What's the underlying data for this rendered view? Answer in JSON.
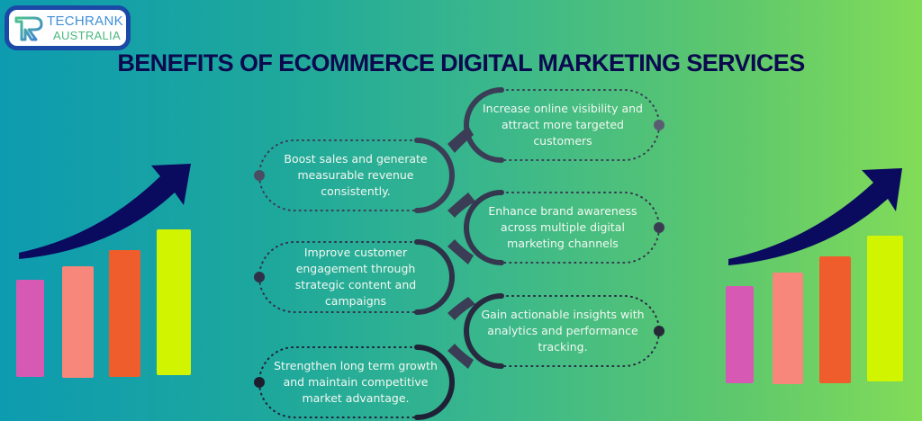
{
  "logo": {
    "line1": "TECHRANK",
    "line2": "AUSTRALIA",
    "mark": "TR"
  },
  "title": "BENEFITS OF ECOMMERCE DIGITAL MARKETING SERVICES",
  "benefits": [
    {
      "side": "right",
      "text": "Increase online visibility and attract more targeted customers"
    },
    {
      "side": "left",
      "text": "Boost sales and generate measurable revenue consistently."
    },
    {
      "side": "right",
      "text": "Enhance brand awareness across multiple digital marketing channels"
    },
    {
      "side": "left",
      "text": "Improve customer engagement through strategic content and campaigns"
    },
    {
      "side": "right",
      "text": "Gain actionable insights with analytics and performance tracking."
    },
    {
      "side": "left",
      "text": "Strengthen long term growth and maintain competitive market advantage."
    }
  ],
  "colors": {
    "title": "#0c0a4e",
    "spine": "#3a3d55",
    "arrow": "#0a0a5e",
    "bars": [
      "#d65ab4",
      "#f7877a",
      "#f05d2c",
      "#d1f500"
    ]
  },
  "decor": {
    "left_chart": "growth-bar-chart-icon",
    "right_chart": "growth-bar-chart-icon"
  }
}
